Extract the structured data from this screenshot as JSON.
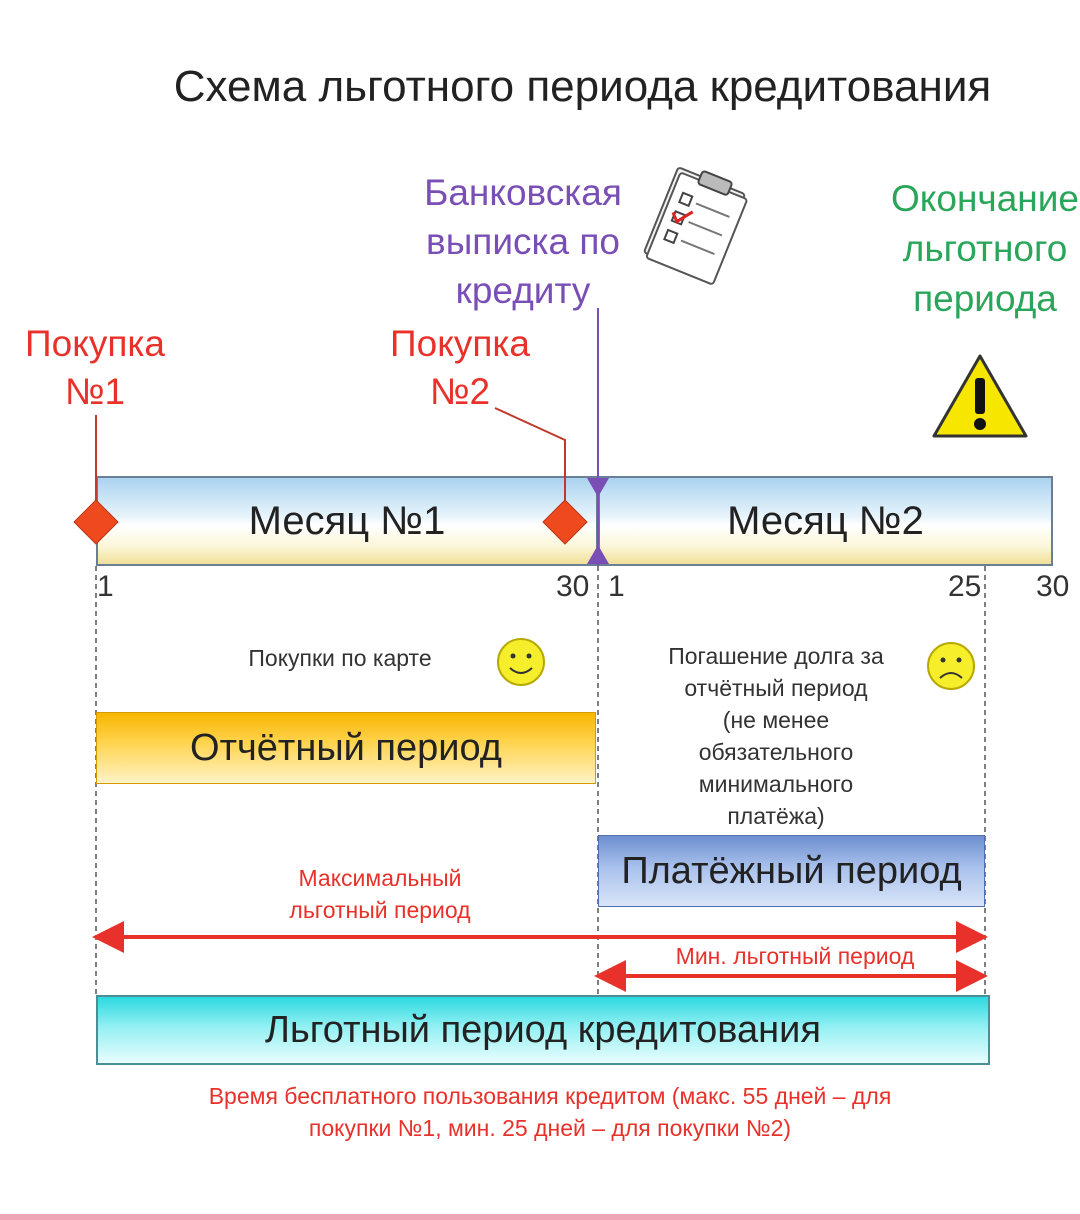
{
  "title": "Схема льготного периода кредитования",
  "labels": {
    "bank_statement": [
      "Банковская",
      "выписка по",
      "кредиту"
    ],
    "grace_end": [
      "Окончание",
      "льготного",
      "периода"
    ],
    "purchase1": [
      "Покупка",
      "№1"
    ],
    "purchase2": [
      "Покупка",
      "№2"
    ]
  },
  "months": {
    "month1": "Месяц №1",
    "month2": "Месяц №2"
  },
  "ticks": {
    "m1_start": "1",
    "m1_end": "30",
    "m2_start": "1",
    "m2_pay": "25",
    "m2_end": "30"
  },
  "notes": {
    "card_purchases": "Покупки по карте",
    "repayment": [
      "Погашение долга за",
      "отчётный период",
      "(не менее",
      "обязательного",
      "минимального",
      "платёжа)"
    ]
  },
  "periods": {
    "reporting": "Отчётный период",
    "payment": "Платёжный период",
    "max_grace": [
      "Максимальный",
      "льготный период"
    ],
    "min_grace": "Мин. льготный период",
    "grace_credit": "Льготный период кредитования"
  },
  "footer": [
    "Время бесплатного пользования кредитом (макс. 55 дней – для",
    "покупки №1, мин. 25 дней – для покупки №2)"
  ],
  "colors": {
    "red": "#e8312a",
    "purple": "#7a4fb5",
    "green": "#2aa65a",
    "diamond": "#ef4a1e"
  },
  "icons": [
    "document-icon",
    "warning-icon",
    "smile-icon",
    "sad-icon"
  ]
}
